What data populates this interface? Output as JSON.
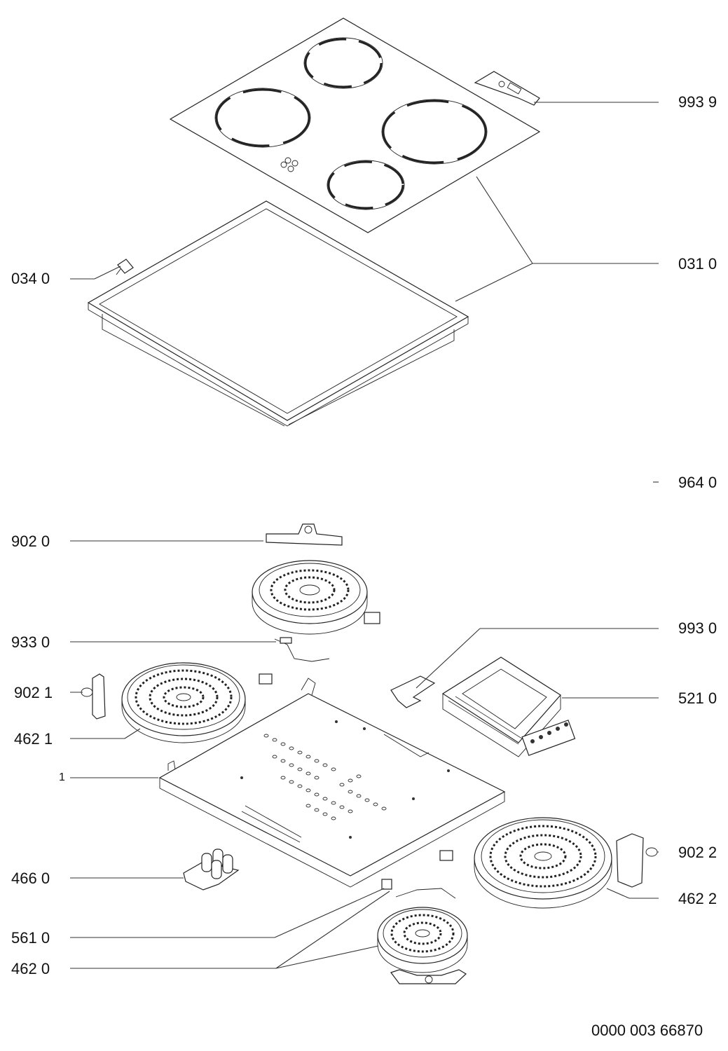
{
  "diagram": {
    "drawing_number": "0000 003 66870",
    "labels": {
      "label_993_9": "993 9",
      "label_031_0": "031 0",
      "label_034_0": "034 0",
      "label_964_0": "964 0",
      "label_902_0": "902 0",
      "label_933_0": "933 0",
      "label_993_0": "993 0",
      "label_902_1": "902 1",
      "label_521_0": "521 0",
      "label_462_1": "462 1",
      "label_1": "1",
      "label_902_2": "902 2",
      "label_466_0": "466 0",
      "label_462_2": "462 2",
      "label_561_0": "561 0",
      "label_462_0": "462 0"
    }
  }
}
